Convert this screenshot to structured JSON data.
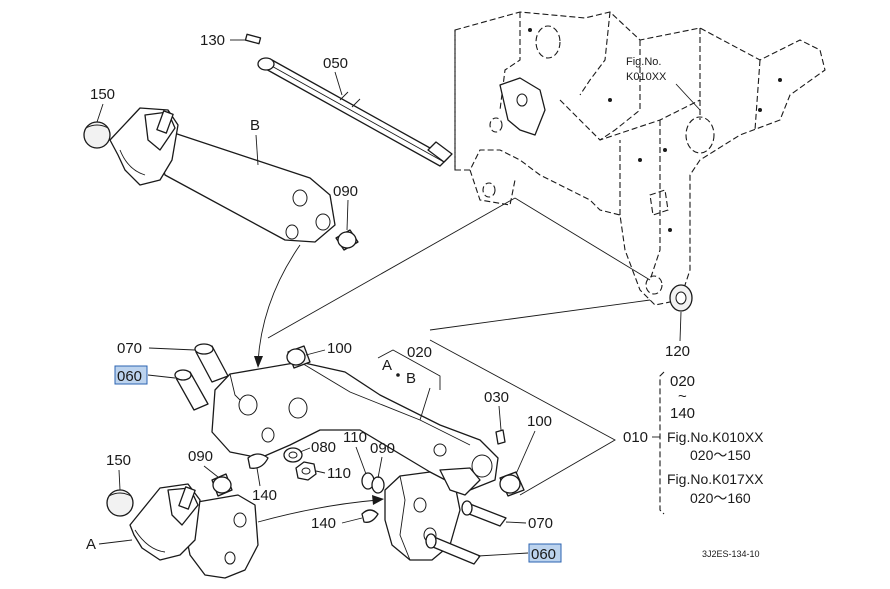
{
  "callouts": {
    "p130": "130",
    "p050": "050",
    "p150_top": "150",
    "pB": "B",
    "p090_top": "090",
    "p070_left": "070",
    "p060_left": "060",
    "p100_top": "100",
    "pA_group": "A",
    "pB_group": "B",
    "p020": "020",
    "p030": "030",
    "p100_right": "100",
    "p080": "080",
    "p110_a": "110",
    "p110_b": "110",
    "p150_bottom": "150",
    "p090_bottom": "090",
    "p140_a": "140",
    "p140_b": "140",
    "pA": "A",
    "p070_right": "070",
    "p060_right": "060",
    "p120": "120"
  },
  "fig_ref": {
    "line1": "Fig.No.",
    "line2": "K010XX"
  },
  "legend": {
    "range_top": "020",
    "tilde_top": "~",
    "range_top_end": "140",
    "id": "010",
    "fig1": "Fig.No.K010XX",
    "range1": "020～150",
    "fig2": "Fig.No.K017XX",
    "range2": "020～160"
  },
  "drawing_code": "3J2ES-134-10",
  "colors": {
    "highlight_fill": "#bcd3ee",
    "highlight_stroke": "#2b63b0",
    "line": "#1a1a1a"
  }
}
